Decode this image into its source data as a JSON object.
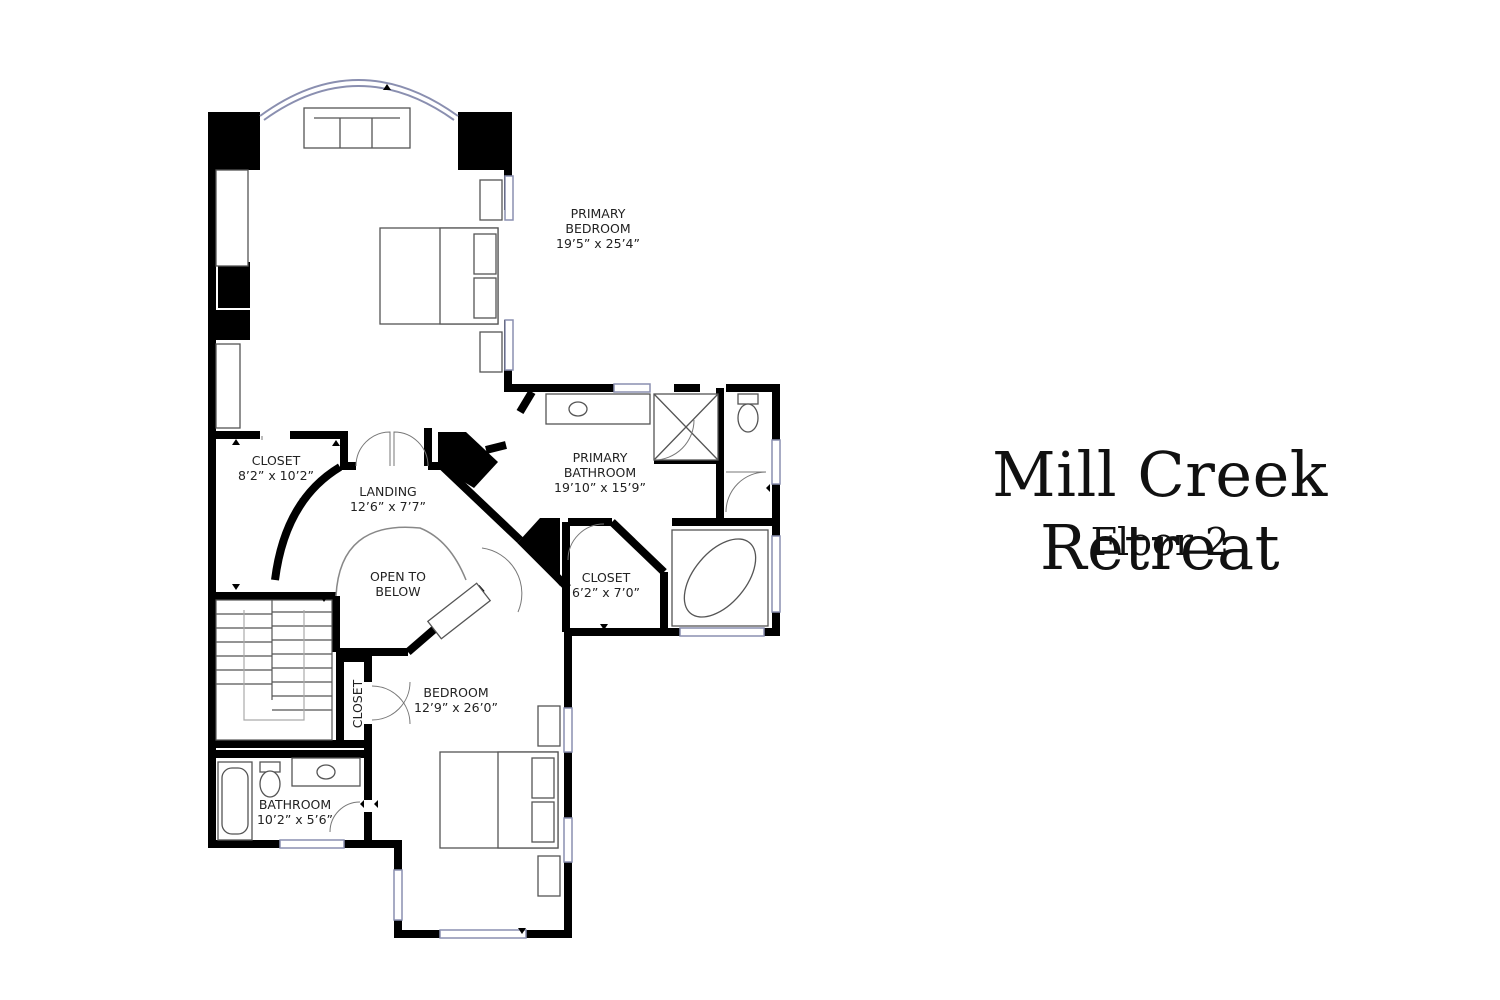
{
  "title": "Mill Creek Retreat",
  "subtitle": "Floor 2",
  "rooms": {
    "primary_bedroom": {
      "name_1": "PRIMARY",
      "name_2": "BEDROOM",
      "size": "19’5” x 25’4”"
    },
    "primary_bathroom": {
      "name_1": "PRIMARY",
      "name_2": "BATHROOM",
      "size": "19’10” x 15’9”"
    },
    "closet_left": {
      "name": "CLOSET",
      "size": "8’2” x 10’2”"
    },
    "landing": {
      "name": "LANDING",
      "size": "12’6” x 7’7”"
    },
    "open_below": {
      "name_1": "OPEN TO",
      "name_2": "BELOW"
    },
    "closet_mid": {
      "name": "CLOSET",
      "size": "6’2” x 7’0”"
    },
    "bedroom": {
      "name": "BEDROOM",
      "size": "12’9” x 26’0”"
    },
    "closet_small": {
      "name": "CLOSET"
    },
    "bathroom": {
      "name": "BATHROOM",
      "size": "10’2” x 5’6”"
    }
  },
  "colors": {
    "wall": "#000000",
    "fixture": "#555555",
    "window": "#8a8fb0",
    "background": "#ffffff"
  }
}
